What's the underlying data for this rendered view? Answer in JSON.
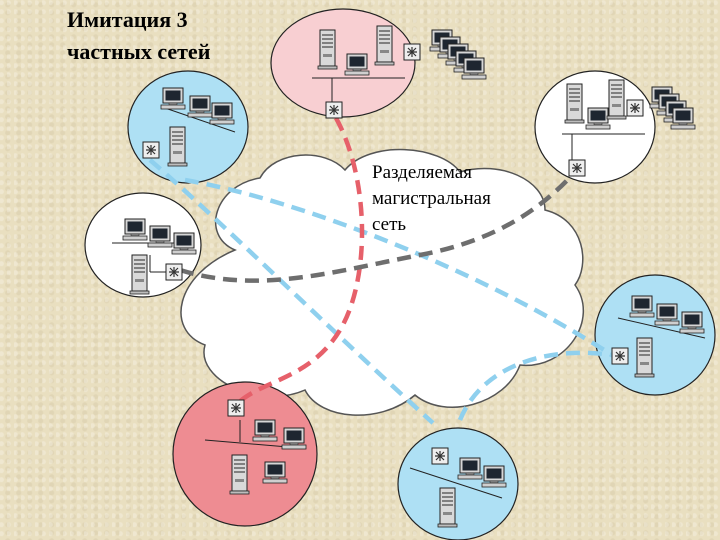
{
  "title": {
    "line1": "Имитация 3",
    "line2": "частных сетей"
  },
  "backbone": {
    "line1": "Разделяемая",
    "line2": "магистральная",
    "line3": "сеть"
  },
  "colors": {
    "background": "#e9dfc0",
    "cloud": "#ffffff",
    "network_blue": "#aee0f4",
    "network_pink_light": "#f8cfd2",
    "network_pink": "#ee8c92",
    "network_white": "#ffffff",
    "link_blue": "#8fd0ee",
    "link_red": "#e6606a",
    "link_gray": "#6e6e6e"
  },
  "icons": [
    "computer-icon",
    "server-icon",
    "router-icon"
  ]
}
